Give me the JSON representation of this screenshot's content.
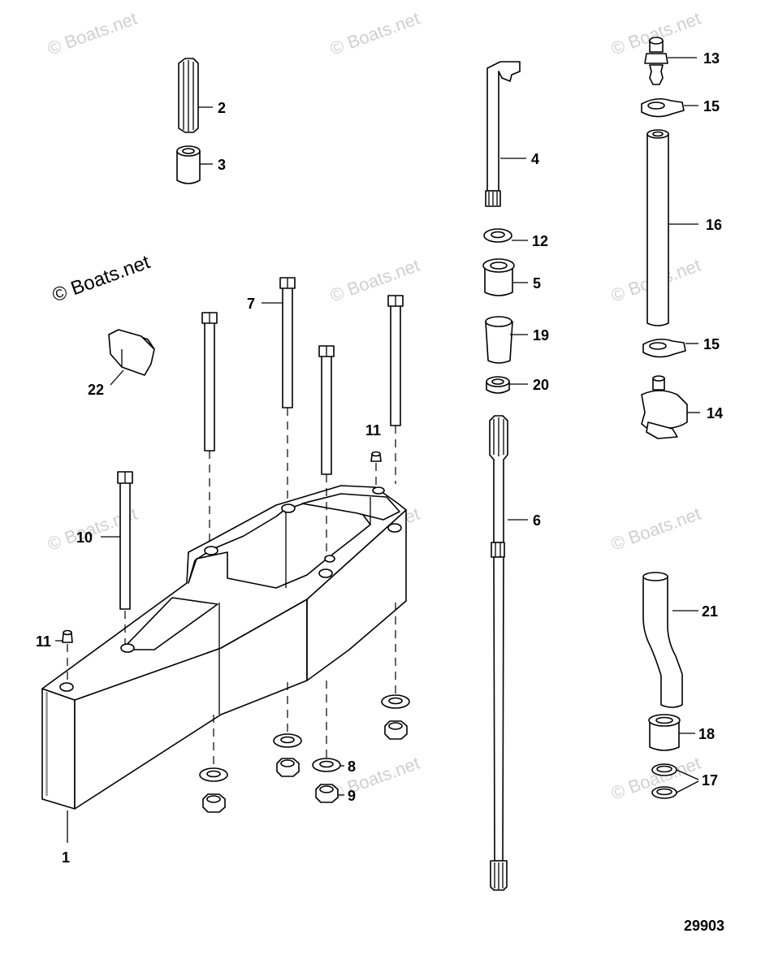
{
  "watermark_text": "© Boats.net",
  "figure_number": "29903",
  "callouts": {
    "c1": "1",
    "c2": "2",
    "c3": "3",
    "c4": "4",
    "c5": "5",
    "c6": "6",
    "c7": "7",
    "c8": "8",
    "c9": "9",
    "c10": "10",
    "c11a": "11",
    "c11b": "11",
    "c12": "12",
    "c13": "13",
    "c14": "14",
    "c15a": "15",
    "c15b": "15",
    "c16": "16",
    "c17": "17",
    "c18": "18",
    "c19": "19",
    "c20": "20",
    "c21": "21",
    "c22": "22"
  }
}
